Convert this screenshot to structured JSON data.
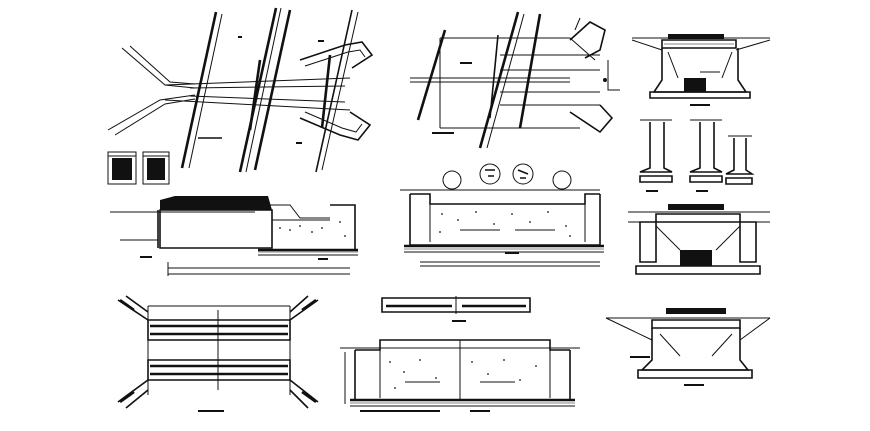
{
  "drawing": {
    "background": "#ffffff",
    "ink": "#111111",
    "views": [
      "site-plan-left",
      "site-plan-right",
      "cross-section-top-right",
      "pier-details",
      "cross-section-middle-right",
      "cross-section-bottom-right",
      "longitudinal-elevation-left",
      "elevation-center",
      "deck-plan-bottom-left",
      "deck-strip-detail",
      "abutment-elevation-bottom"
    ],
    "colors": {
      "line": "#111111",
      "fill_dark": "#111111",
      "paper": "#ffffff"
    }
  }
}
